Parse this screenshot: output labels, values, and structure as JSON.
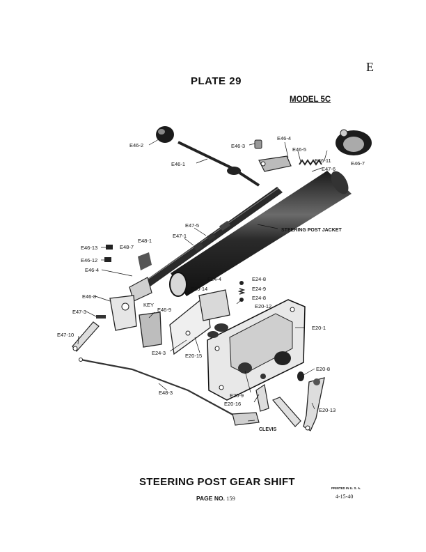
{
  "header": {
    "section_letter": "E",
    "plate": "PLATE 29",
    "model": "MODEL 5C"
  },
  "footer": {
    "title": "STEERING POST GEAR SHIFT",
    "page_label": "PAGE NO.",
    "page_number": "159",
    "printed": "PRINTED IN U. S. A.",
    "date": "4-15-40"
  },
  "diagram": {
    "callouts": {
      "e46_2": "E46-2",
      "e46_1": "E46-1",
      "e46_3": "E46-3",
      "e46_4_top": "E46-4",
      "e46_5": "E46-5",
      "e46_11": "E46-11",
      "e46_7": "E46-7",
      "e47_6": "E47-6",
      "steering_post_jacket": "STEERING POST JACKET",
      "e47_5": "E47-5",
      "e47_1": "E47-1",
      "e48_1": "E48-1",
      "e46_13": "E46-13",
      "e48_7": "E48-7",
      "e46_12": "E46-12",
      "e46_4_left": "E46-4",
      "e24_4": "E24-4",
      "e24_8_top": "E24-8",
      "e24_9": "E24-9",
      "e24_8_bottom": "E24-8",
      "e20_12": "E20-12",
      "e20_14": "E20-14",
      "e46_8": "E46-8",
      "key": "KEY",
      "e46_9": "E46-9",
      "e47_3": "E47-3",
      "e20_1": "E20-1",
      "e47_10": "E47-10",
      "e24_3": "E24-3",
      "e20_15": "E20-15",
      "e20_8": "E20-8",
      "e48_3": "E48-3",
      "e20_9": "E20-9",
      "e20_16": "E20-16",
      "e20_13": "E20-13",
      "clevis": "CLEVIS"
    }
  }
}
